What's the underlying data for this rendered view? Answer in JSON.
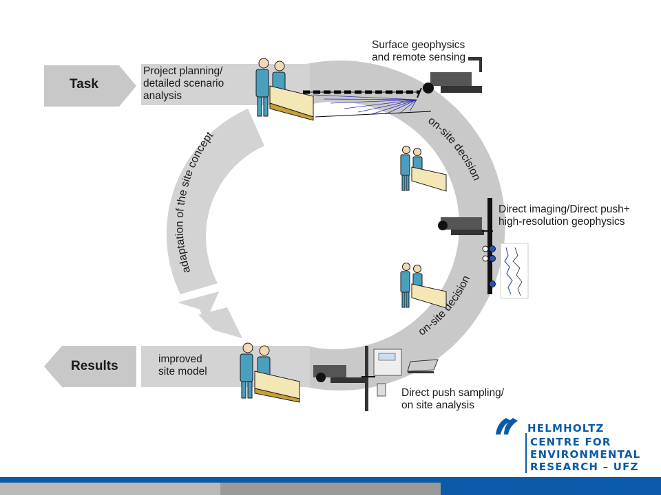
{
  "task": {
    "label": "Task",
    "description": "Project planning/\ndetailed scenario\nanalysis"
  },
  "results": {
    "label": "Results",
    "description": "improved\nsite model"
  },
  "steps": {
    "surface": "Surface geophysics\nand remote sensing",
    "direct_imaging": "Direct imaging/Direct push+\nhigh-resolution geophysics",
    "sampling": "Direct push sampling/\non site analysis"
  },
  "arc_labels": {
    "decision_1": "on-site decision",
    "decision_2": "on-site decision",
    "adaptation": "adaptation of the site concept"
  },
  "logo": {
    "line1": "HELMHOLTZ",
    "line2": "CENTRE FOR",
    "line3": "ENVIRONMENTAL",
    "line4": "RESEARCH – UFZ"
  },
  "colors": {
    "arrow_gray": "#c8c8c8",
    "box_gray": "#d0d0d0",
    "brand_blue": "#0a5aa8",
    "footer_gray": "#b4b4b4"
  }
}
